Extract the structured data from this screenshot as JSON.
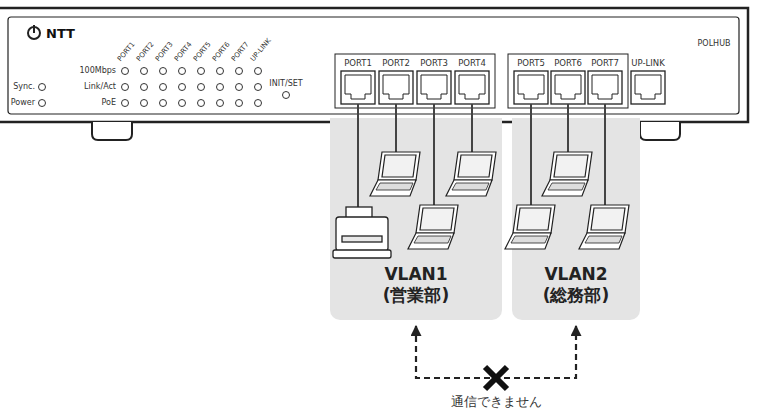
{
  "diagram": {
    "nodes": [
      {
        "text": [
          "VLAN1",
          "(営業部)"
        ]
      },
      {
        "text": [
          "VLAN2",
          "(総務部)"
        ]
      }
    ],
    "edges": [
      {
        "from": 0,
        "to": 1,
        "arrow": "both",
        "label": "通信できません"
      }
    ],
    "labels": [
      "NTT",
      "PORT1",
      "PORT2",
      "PORT3",
      "PORT4",
      "PORT5",
      "PORT6",
      "PORT7",
      "UP-LINK",
      "100Mbps",
      "Link/Act",
      "PoE",
      "Sync.",
      "Power",
      "INIT/SET",
      "POLHUB",
      "PORT1",
      "PORT2",
      "PORT3",
      "PORT4",
      "PORT5",
      "PORT6",
      "PORT7",
      "UP-LINK"
    ]
  }
}
